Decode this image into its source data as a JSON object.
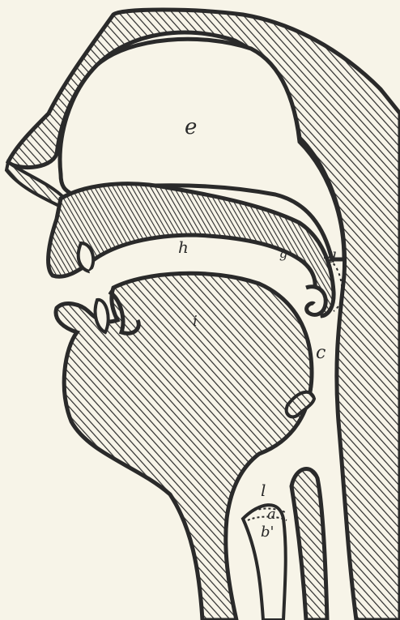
{
  "figure": {
    "background": "#f7f4e8",
    "ink": "#2a2a2a",
    "labels": {
      "e": "e",
      "h": "h",
      "g": "g",
      "d": "d",
      "i": "i",
      "c": "c",
      "l": "l",
      "a": "a",
      "b": "b'"
    }
  }
}
